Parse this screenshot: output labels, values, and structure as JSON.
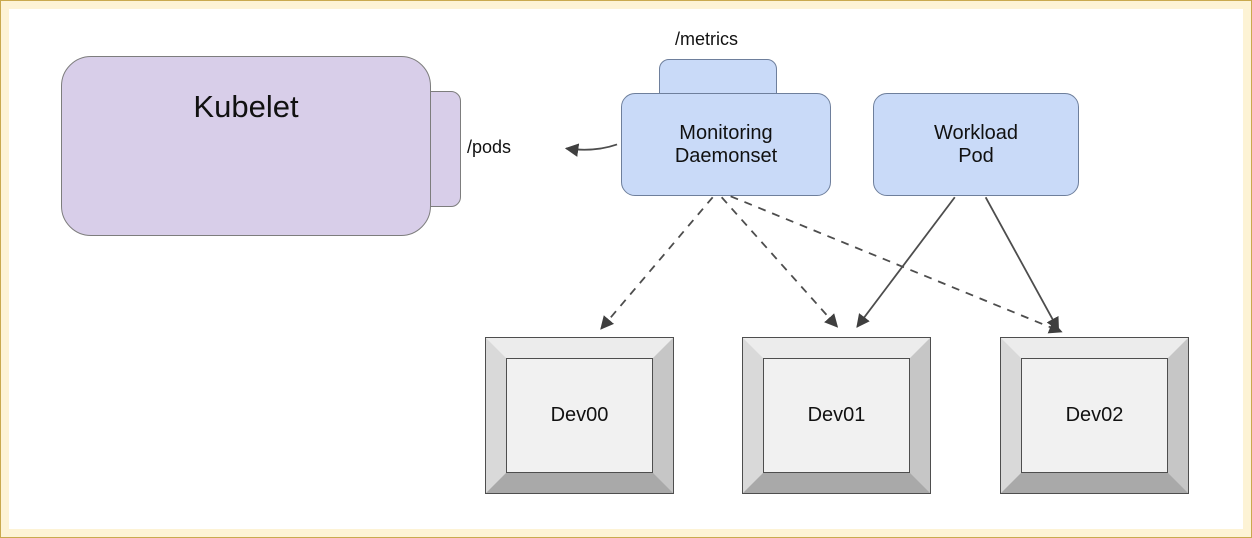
{
  "diagram": {
    "nodes": {
      "kubelet": {
        "label": "Kubelet",
        "endpoint_label": "/pods"
      },
      "monitoring_daemonset": {
        "label": "Monitoring\nDaemonset",
        "endpoint_label": "/metrics"
      },
      "workload_pod": {
        "label": "Workload\nPod"
      },
      "devices": [
        {
          "label": "Dev00"
        },
        {
          "label": "Dev01"
        },
        {
          "label": "Dev02"
        }
      ]
    },
    "edges": [
      {
        "from": "monitoring_daemonset",
        "to": "kubelet",
        "label": "/pods",
        "style": "solid"
      },
      {
        "from": "monitoring_daemonset",
        "to": "dev00",
        "style": "dashed"
      },
      {
        "from": "monitoring_daemonset",
        "to": "dev01",
        "style": "dashed"
      },
      {
        "from": "monitoring_daemonset",
        "to": "dev02",
        "style": "dashed"
      },
      {
        "from": "workload_pod",
        "to": "dev01",
        "style": "solid"
      },
      {
        "from": "workload_pod",
        "to": "dev02",
        "style": "solid"
      }
    ],
    "colors": {
      "kubelet_fill": "#d8cee9",
      "pod_fill": "#c9daf8",
      "device_face": "#f1f1f1",
      "frame": "#fdf3d5"
    }
  }
}
